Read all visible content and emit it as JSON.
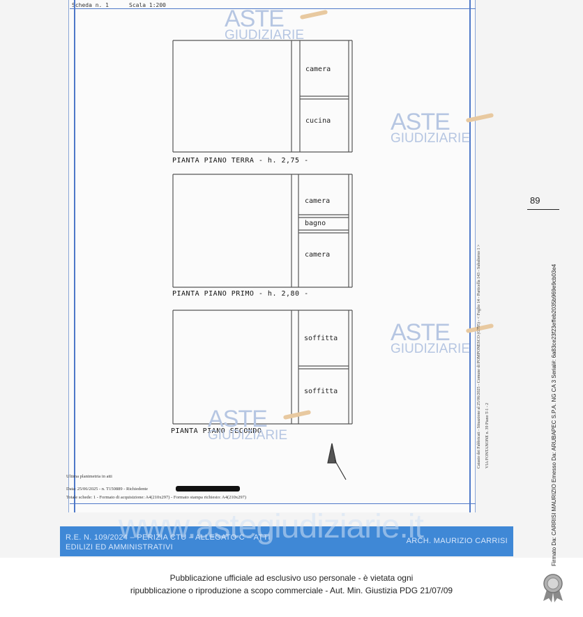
{
  "sheet_header": {
    "scheda": "Scheda n. 1",
    "scala": "Scala 1:200"
  },
  "watermark": {
    "brand_top": "ASTE",
    "brand_bottom": "GIUDIZIARIE",
    "site": "www.astegiudiziarie.it"
  },
  "floors": [
    {
      "label": "PIANTA PIANO TERRA - h. 2,75 -",
      "rooms": [
        "camera",
        "cucina"
      ]
    },
    {
      "label": "PIANTA PIANO PRIMO - h. 2,80 -",
      "rooms": [
        "camera",
        "bagno",
        "camera"
      ]
    },
    {
      "label": "PIANTA PIANO SECONDO",
      "rooms": [
        "soffitta",
        "soffitta"
      ]
    }
  ],
  "footer_notes": {
    "line1": "Ultima planimetria in atti",
    "line2": "Data: 25/06/2025 - n. T150889 - Richiedente",
    "line3": "Totale schede: 1 - Formato di acquisizione: A4(210x297) - Formato stampa richiesto: A4(210x297)"
  },
  "side_text": {
    "line1": "Catasto dei Fabbricati - Situazione al 25/06/2025 - Comune di POMPONESCO (G795) - < Foglio 14 - Particella 143 - Subalterno 1 >",
    "line2": "VIA FONTANONE n. 39 Piano T-1 - 2"
  },
  "page_number": "89",
  "signature": "Firmato Da: CARRISI MAURIZIO Emesso Da: ARUBAPEC S.P.A. NG CA 3 Serial#: 6a83ce23f23effeb2035b969e9cb03e4",
  "banner": {
    "line1": "R.E. N. 109/2024 – PERIZIA CTU – ALLEGATO C – ATTI",
    "line2": "EDILIZI ED AMMINISTRATIVI",
    "author": "ARCH. MAURIZIO CARRISI"
  },
  "publication": {
    "line1": "Pubblicazione ufficiale ad esclusivo uso personale - è vietata ogni",
    "line2": "ripubblicazione o riproduzione a scopo commerciale - Aut. Min. Giustizia PDG 21/07/09"
  },
  "colors": {
    "banner": "#3f88d6",
    "frame_lines": "#4e78c8",
    "watermark": "#b6c6e2"
  }
}
